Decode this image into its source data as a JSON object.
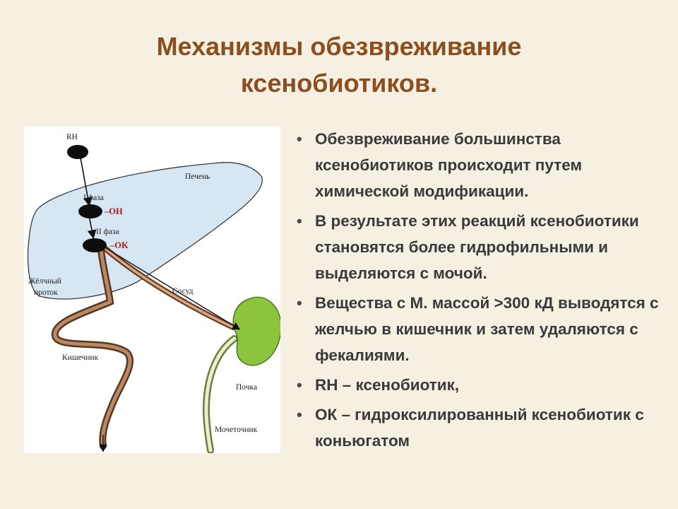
{
  "title": {
    "line1": "Механизмы обезвреживание",
    "line2": "ксенобиотиков."
  },
  "figure": {
    "rh": "RH",
    "liver": "Печень",
    "phase1": "I фаза",
    "oh": "–OH",
    "phase2": "II фаза",
    "ok": "–OK",
    "bile_duct_1": "Жёлчный",
    "bile_duct_2": "проток",
    "vessel": "Сосуд",
    "intestine": "Кишечник",
    "kidney": "Почка",
    "ureter": "Мочеточник",
    "colors": {
      "liver_fill": "#d6e6f2",
      "kidney_fill": "#8cc43c",
      "bile_tube": "#8a5a3c",
      "vessel_tube": "#a0623c",
      "ureter_tube": "#c9d9a0",
      "chem_label": "#b01818"
    }
  },
  "bullets": [
    "Обезвреживание большинства ксенобиотиков происходит путем химической модификации.",
    "В результате этих реакций ксенобиотики становятся более гидрофильными и выделяются с мочой.",
    "Вещества с М. массой >300 кД выводятся с желчью в кишечник и затем удаляются с фекалиями.",
    "RH – ксенобиотик,",
    "ОК – гидроксилированный ксенобиотик с коньюгатом"
  ]
}
